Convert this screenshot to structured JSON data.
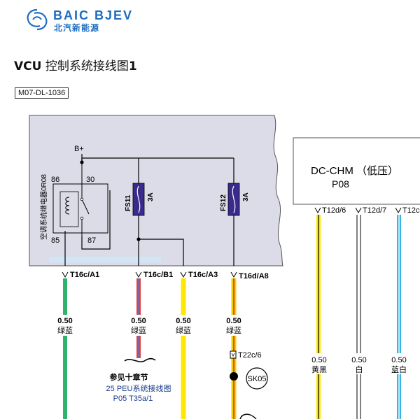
{
  "brand": {
    "name": "BAIC BJEV",
    "subtitle": "北汽新能源",
    "icon": "baic-swirl-logo"
  },
  "page": {
    "title_prefix": "VCU",
    "title_cn": " 控制系统接线图",
    "title_num": "1",
    "doc_code": "M07-DL-1036"
  },
  "relay": {
    "name": "空调系统继电器0R08",
    "supply": "B+",
    "pins": [
      "86",
      "30",
      "85",
      "87"
    ]
  },
  "fuses": [
    {
      "name": "FS11",
      "rating": "3A"
    },
    {
      "name": "FS12",
      "rating": "3A"
    }
  ],
  "connectors": [
    "T16c/A1",
    "T16c/B1",
    "T16c/A3",
    "T16d/A8"
  ],
  "wires": [
    {
      "size": "0.50",
      "color_cn": "绿蓝",
      "hex": "#2db36b"
    },
    {
      "size": "0.50",
      "color_cn": "绿蓝",
      "hex": "#e04040"
    },
    {
      "size": "0.50",
      "color_cn": "绿蓝",
      "hex": "#ffe600"
    },
    {
      "size": "0.50",
      "color_cn": "绿蓝",
      "hex": "#f0d000"
    }
  ],
  "reference": {
    "line1": "参见十章节",
    "line2": "25 PEU系统接线图",
    "line3": "P05 T35a/1"
  },
  "splice": {
    "connector": "T22c/6",
    "name": "SK05"
  },
  "dc_chm": {
    "title": "DC-CHM （低压）",
    "code": "P08",
    "pins": [
      "T12d/6",
      "T12d/7",
      "T12c"
    ],
    "wires": [
      {
        "size": "0.50",
        "color_cn": "黄黑",
        "hex": "#ffe600"
      },
      {
        "size": "0.50",
        "color_cn": "白",
        "hex": "#ffffff"
      },
      {
        "size": "0.50",
        "color_cn": "蓝白",
        "hex": "#33b5e5"
      }
    ]
  },
  "colors": {
    "module_fill": "#dcdce8",
    "wire_green": "#2db36b",
    "wire_red": "#e04040",
    "wire_yellow": "#ffe600",
    "wire_blue": "#33b5e5",
    "fuse_fill": "#3a2a8c",
    "brand_blue": "#1c6ec2"
  }
}
